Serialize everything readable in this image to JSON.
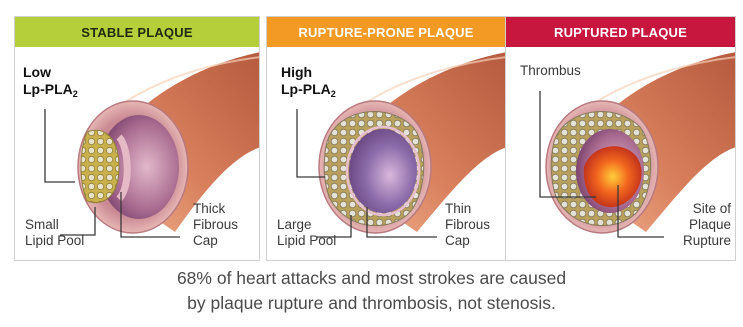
{
  "colors": {
    "stable": "#b5cf3a",
    "rupture_prone": "#f39a25",
    "ruptured": "#c8173f"
  },
  "panels": {
    "stable": {
      "title": "STABLE PLAQUE",
      "lp_line1": "Low",
      "lp_line2": "Lp-PLA",
      "lp_sub": "2",
      "pool_line1": "Small",
      "pool_line2": "Lipid Pool",
      "cap_line1": "Thick",
      "cap_line2": "Fibrous",
      "cap_line3": "Cap"
    },
    "rupture_prone": {
      "title": "RUPTURE-PRONE PLAQUE",
      "lp_line1": "High",
      "lp_line2": "Lp-PLA",
      "lp_sub": "2",
      "pool_line1": "Large",
      "pool_line2": "Lipid Pool",
      "cap_line1": "Thin",
      "cap_line2": "Fibrous",
      "cap_line3": "Cap"
    },
    "ruptured": {
      "title": "RUPTURED PLAQUE",
      "thrombus": "Thrombus",
      "site_line1": "Site of",
      "site_line2": "Plaque",
      "site_line3": "Rupture"
    }
  },
  "caption": {
    "line1": "68% of heart attacks and most strokes are caused",
    "line2": "by plaque rupture and thrombosis, not stenosis."
  }
}
